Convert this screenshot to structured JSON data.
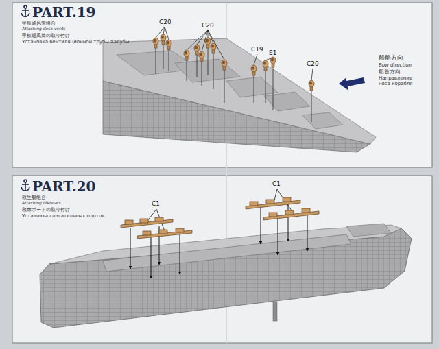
{
  "diagram": {
    "labels": [
      "PART.19",
      "甲板通风管组合",
      "Attaching deck vents",
      "甲板通風筒の取り付け",
      "Установка вентиляционной трубы палубы",
      "C20",
      "C20",
      "C19",
      "E1",
      "C20",
      "船艏方向",
      "Bow direction",
      "船首方向",
      "Направление носа корабля",
      "PART.20",
      "救生艇组合",
      "Attaching lifeboats",
      "救命ボートの取り付け",
      "Установка спасательных плотов",
      "C1",
      "C1"
    ]
  }
}
